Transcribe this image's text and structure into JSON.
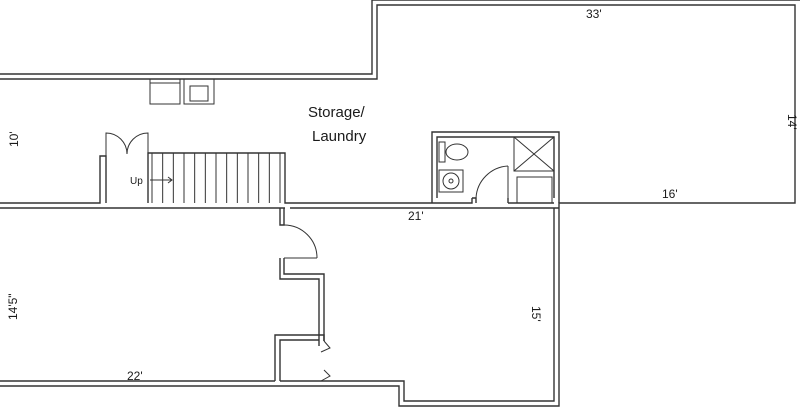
{
  "plan": {
    "room_label_line1": "Storage/",
    "room_label_line2": "Laundry",
    "stair_label": "Up",
    "dims": {
      "top_width": "33'",
      "right_height": "14'",
      "left_upper_height": "10'",
      "bath_wall": "16'",
      "center_wall": "21'",
      "left_lower_height": "14'5\"",
      "bottom_width": "22'",
      "right_room_height": "15'"
    }
  }
}
